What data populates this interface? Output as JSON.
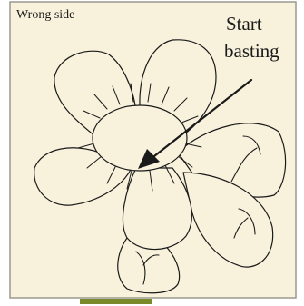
{
  "labels": {
    "side": "Wrong side",
    "instruction_line1": "Start",
    "instruction_line2": "basting"
  },
  "colors": {
    "fabric": "#f8f2dc",
    "outline": "#1a1a1a",
    "frame_border": "#9a9a90",
    "tab": "#7a8a2a"
  }
}
